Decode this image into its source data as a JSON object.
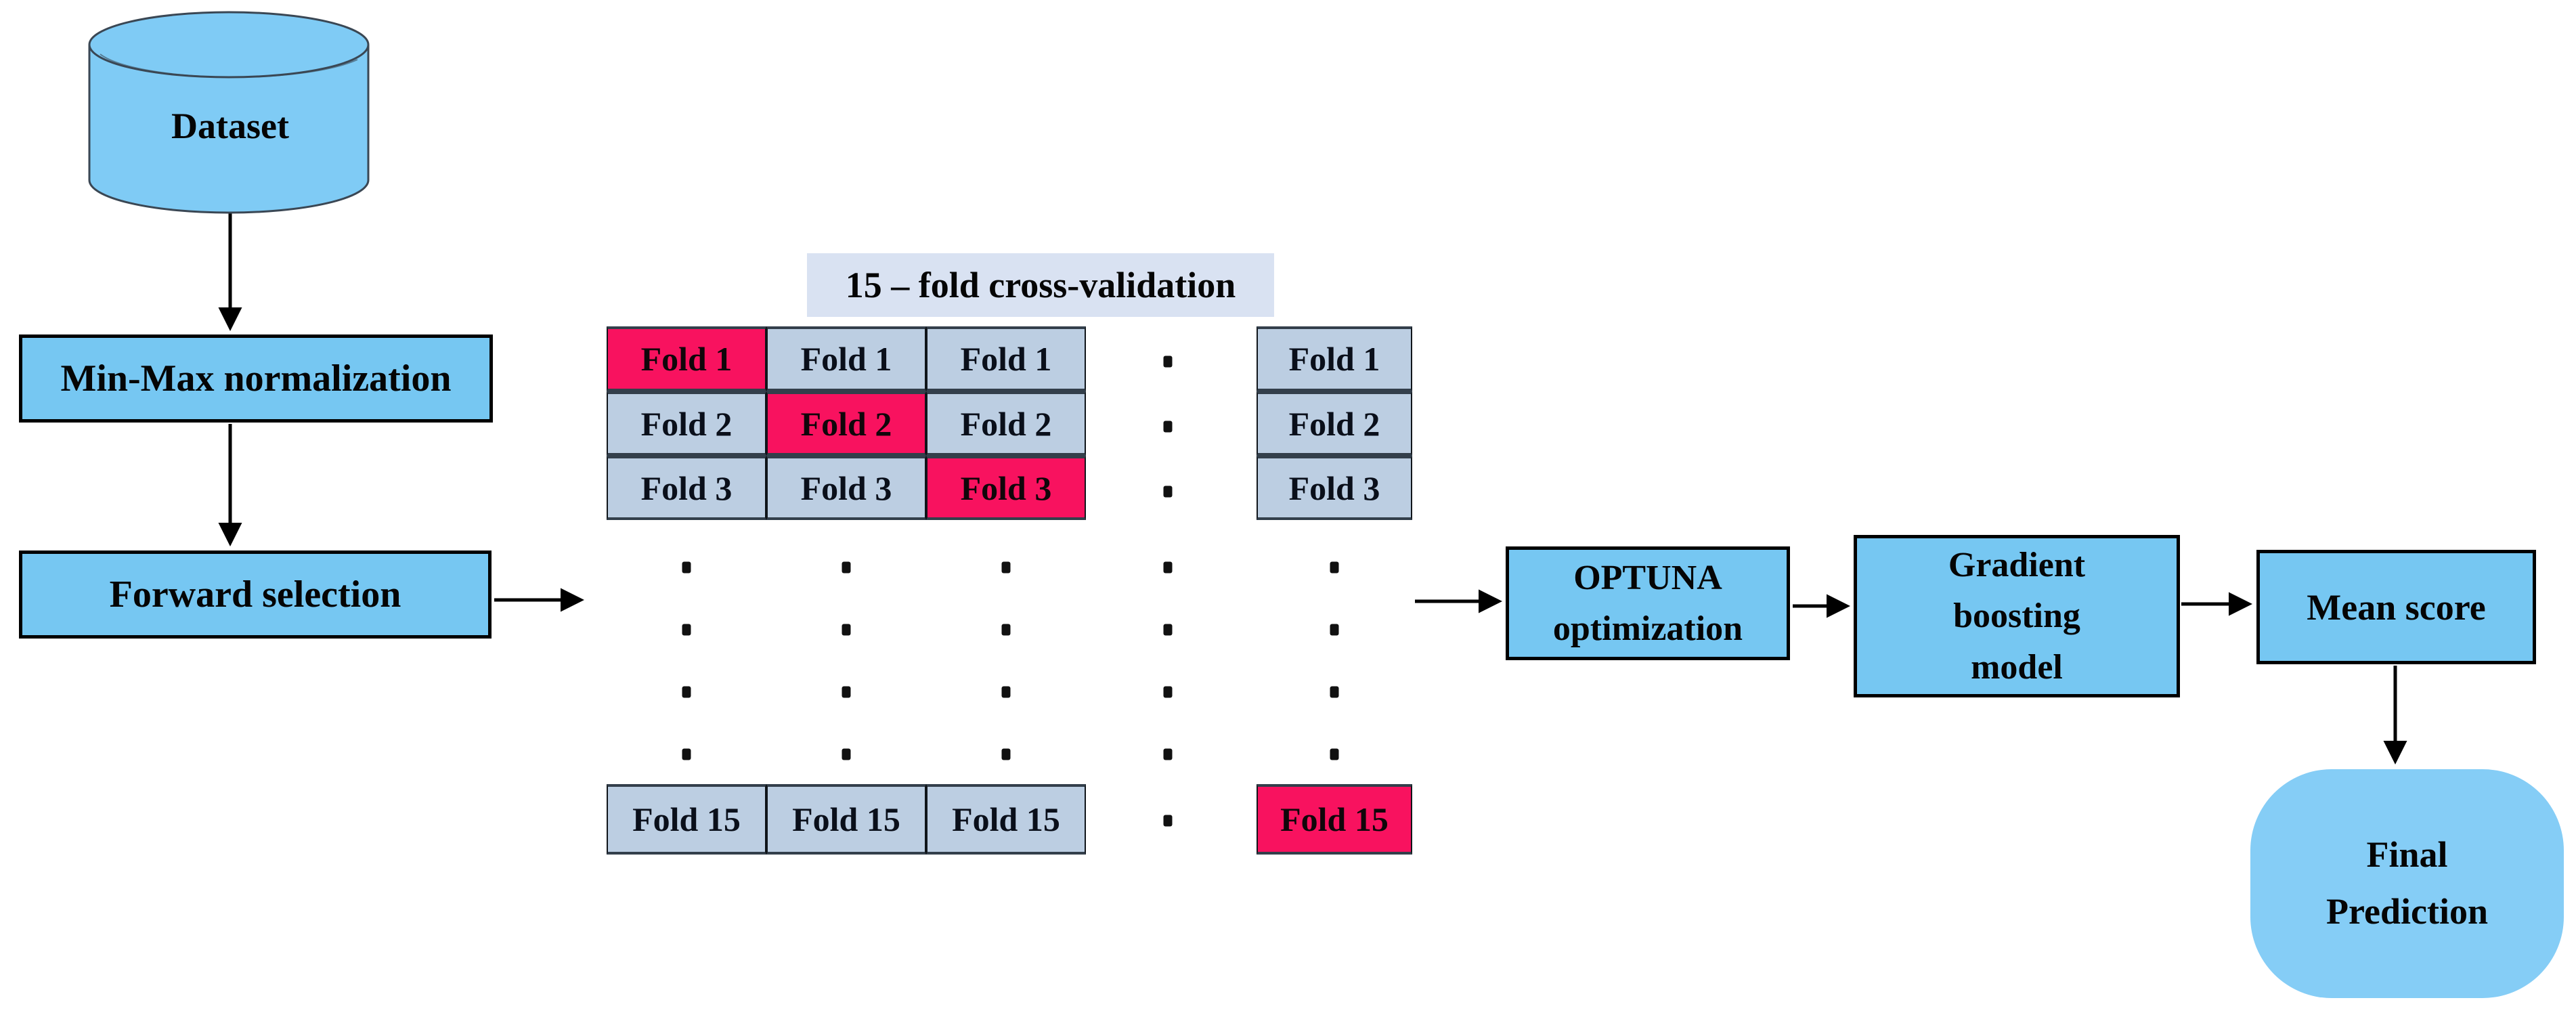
{
  "nodes": {
    "dataset": {
      "label": "Dataset"
    },
    "min_max": {
      "label": "Min-Max normalization"
    },
    "forward_selection": {
      "label": "Forward selection"
    },
    "optuna": {
      "line1": "OPTUNA",
      "line2": "optimization"
    },
    "gradient_boosting": {
      "line1": "Gradient",
      "line2": "boosting",
      "line3": "model"
    },
    "mean_score": {
      "label": "Mean score"
    },
    "final_prediction": {
      "line1": "Final",
      "line2": "Prediction"
    }
  },
  "cross_validation": {
    "title": "15 – fold cross-validation",
    "fold_labels": [
      "Fold 1",
      "Fold 2",
      "Fold 3"
    ],
    "last_fold_label": "Fold 15",
    "dot": ".",
    "columns_shown": 4,
    "total_folds": 15,
    "highlighted_cells": [
      {
        "column": 1,
        "fold": "Fold 1"
      },
      {
        "column": 2,
        "fold": "Fold 2"
      },
      {
        "column": 3,
        "fold": "Fold 3"
      },
      {
        "column": 15,
        "fold": "Fold 15"
      }
    ]
  },
  "colors": {
    "node_fill": "#76C7F2",
    "cylinder_fill": "#7FCBF5",
    "pill_fill": "#85CDF6",
    "fold_cell_fill": "#BCCEE2",
    "fold_highlight_fill": "#F8125F",
    "title_background": "#D9E2F2",
    "arrow": "#000000",
    "cell_border": "#333F4B"
  }
}
